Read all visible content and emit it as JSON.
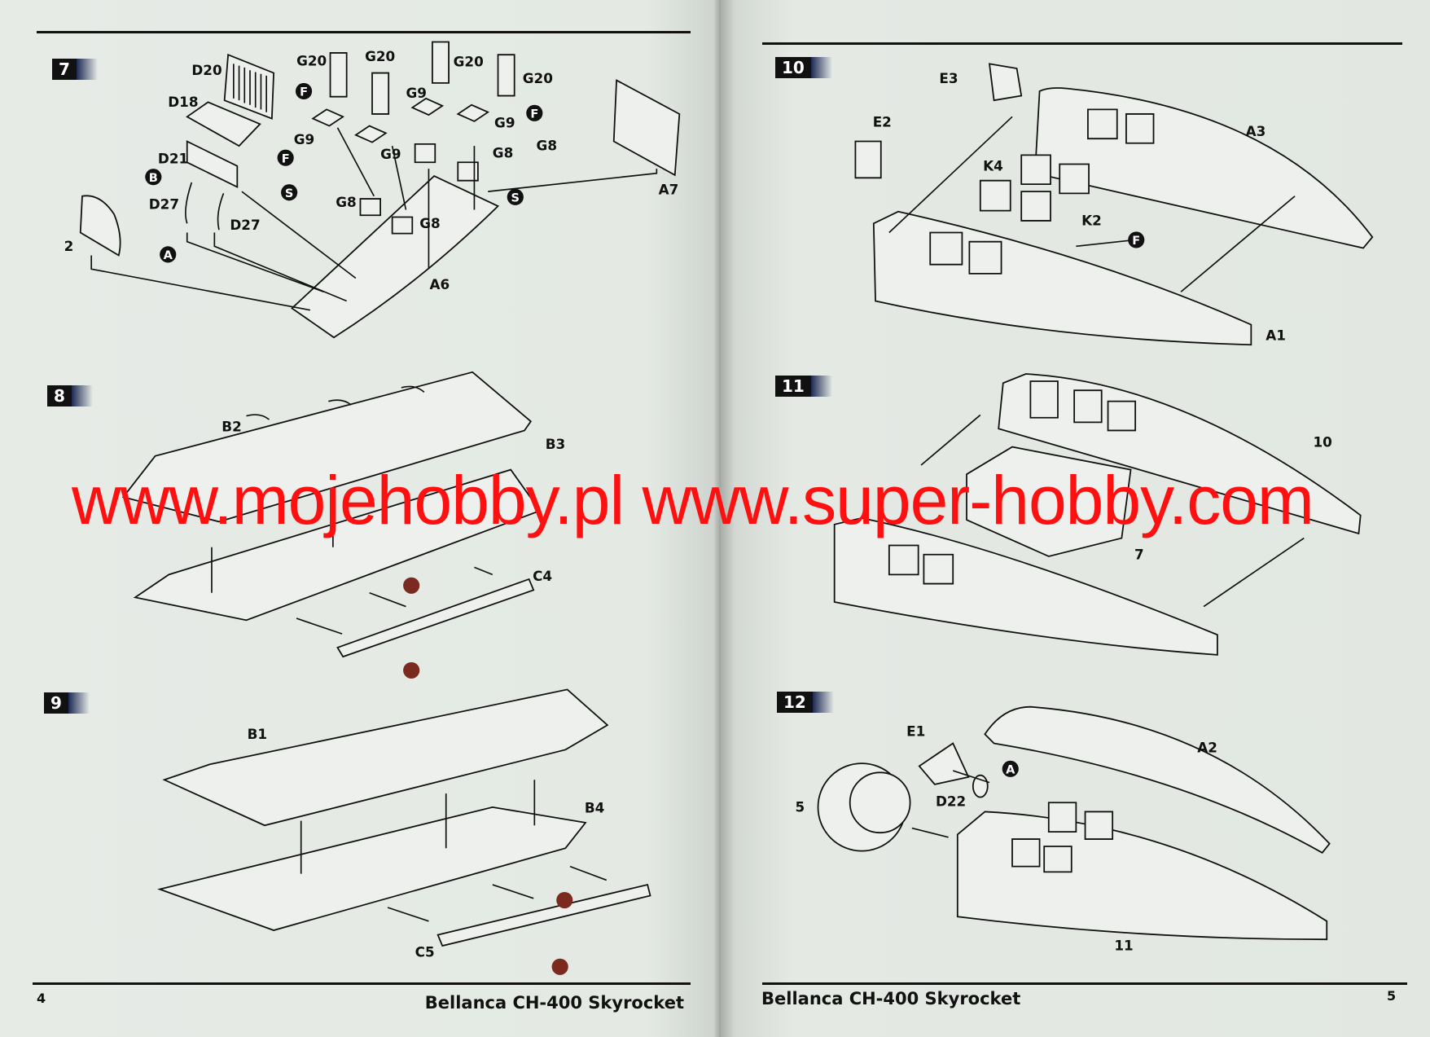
{
  "document": {
    "title": "Bellanca CH-400 Skyrocket"
  },
  "left_page": {
    "page_number": "4",
    "footer_title": "Bellanca CH-400 Skyrocket"
  },
  "right_page": {
    "page_number": "5",
    "footer_title": "Bellanca CH-400 Skyrocket"
  },
  "watermark": "www.mojehobby.pl www.super-hobby.com",
  "colors": {
    "watermark": "#ff1010",
    "step_badge": "#111111",
    "paint_marker": "#7a2a1e"
  },
  "steps": [
    {
      "number": "7",
      "labels": [
        "D20",
        "D18",
        "G20",
        "G20",
        "G20",
        "G20",
        "G9",
        "G9",
        "G9",
        "G9",
        "G8",
        "G8",
        "G8",
        "G8",
        "D21",
        "D27",
        "D27",
        "2",
        "A6",
        "A7"
      ],
      "markers": [
        "F",
        "F",
        "F",
        "B",
        "S",
        "S",
        "A"
      ]
    },
    {
      "number": "8",
      "labels": [
        "B2",
        "B3",
        "C4"
      ],
      "markers": [
        "",
        ""
      ]
    },
    {
      "number": "9",
      "labels": [
        "B1",
        "B4",
        "C5"
      ],
      "markers": [
        "",
        ""
      ]
    },
    {
      "number": "10",
      "labels": [
        "E3",
        "E2",
        "A3",
        "K4",
        "K2",
        "A1"
      ],
      "markers": [
        "F"
      ]
    },
    {
      "number": "11",
      "labels": [
        "10",
        "7"
      ],
      "markers": []
    },
    {
      "number": "12",
      "labels": [
        "E1",
        "A2",
        "D22",
        "5",
        "11"
      ],
      "markers": [
        "A"
      ]
    }
  ]
}
